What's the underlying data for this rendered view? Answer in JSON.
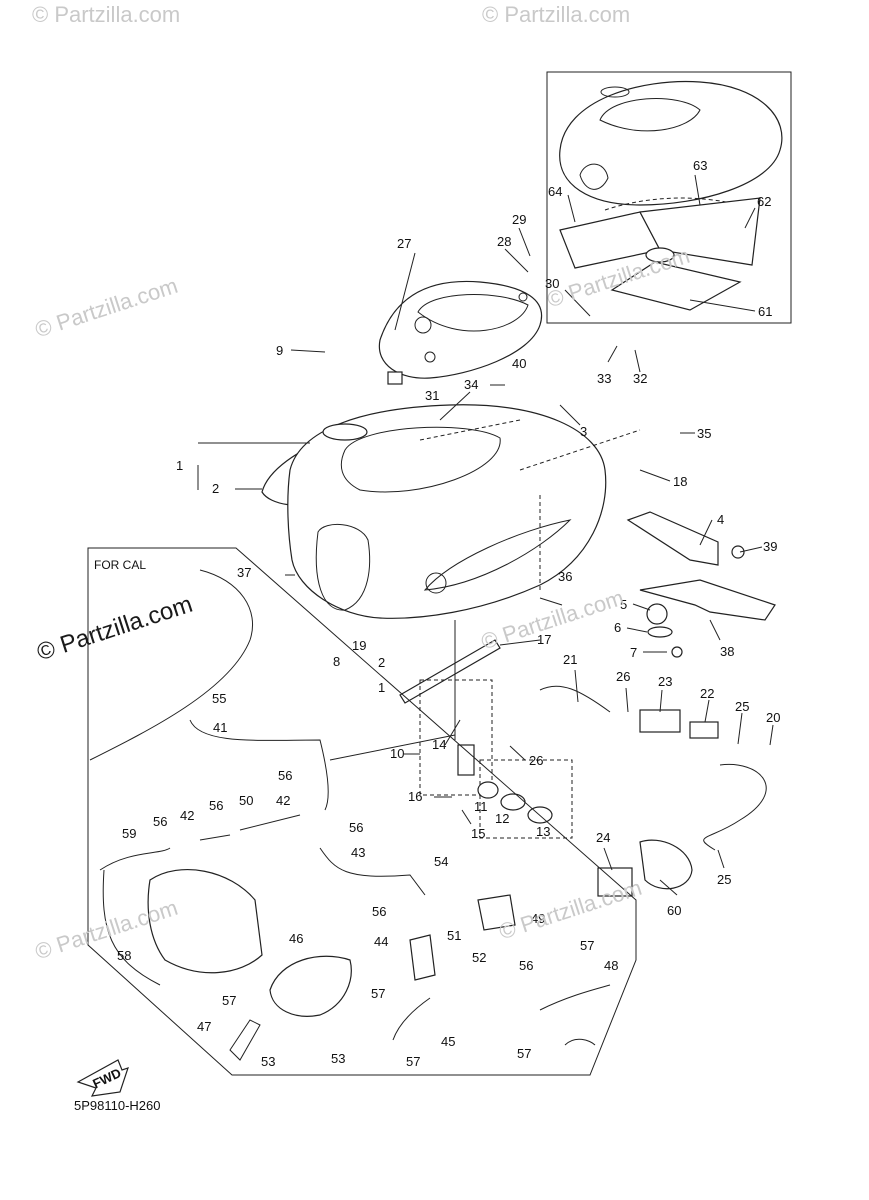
{
  "watermarks": {
    "top_left": "© Partzilla.com",
    "top_right": "© Partzilla.com",
    "mid_a": "© Partzilla.com",
    "mid_b": "© Partzilla.com",
    "main": "© Partzilla.com",
    "low_a": "© Partzilla.com",
    "low_b": "© Partzilla.com",
    "low_c": "© Partzilla.com"
  },
  "inset_label": "FOR CAL",
  "fwd_label": "FWD",
  "diagram_code": "5P98110-H260",
  "callouts": {
    "n1a": "1",
    "n2a": "2",
    "n1b": "1",
    "n2b": "2",
    "n3": "3",
    "n4": "4",
    "n5": "5",
    "n6": "6",
    "n7": "7",
    "n8": "8",
    "n9": "9",
    "n10": "10",
    "n11": "11",
    "n12": "12",
    "n13": "13",
    "n14": "14",
    "n15": "15",
    "n16": "16",
    "n17": "17",
    "n18": "18",
    "n19": "19",
    "n20": "20",
    "n21": "21",
    "n22": "22",
    "n23": "23",
    "n24": "24",
    "n25a": "25",
    "n25b": "25",
    "n26a": "26",
    "n26b": "26",
    "n27": "27",
    "n28": "28",
    "n29": "29",
    "n30": "30",
    "n31": "31",
    "n32": "32",
    "n33": "33",
    "n34": "34",
    "n35": "35",
    "n36": "36",
    "n37": "37",
    "n38": "38",
    "n39": "39",
    "n40": "40",
    "n41": "41",
    "n42a": "42",
    "n42b": "42",
    "n43": "43",
    "n44": "44",
    "n45": "45",
    "n46": "46",
    "n47": "47",
    "n48": "48",
    "n49": "49",
    "n50": "50",
    "n51": "51",
    "n52": "52",
    "n53a": "53",
    "n53b": "53",
    "n54": "54",
    "n55": "55",
    "n56a": "56",
    "n56b": "56",
    "n56c": "56",
    "n56d": "56",
    "n56e": "56",
    "n56f": "56",
    "n57a": "57",
    "n57b": "57",
    "n57c": "57",
    "n57d": "57",
    "n57e": "57",
    "n58": "58",
    "n59": "59",
    "n60": "60",
    "n61": "61",
    "n62": "62",
    "n63": "63",
    "n64": "64"
  }
}
